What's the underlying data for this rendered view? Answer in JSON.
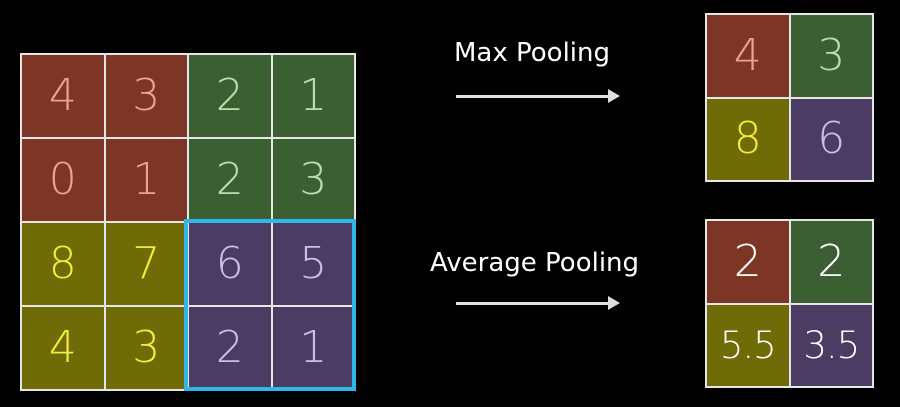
{
  "input_grid": {
    "cells": [
      [
        "4",
        "3",
        "2",
        "1"
      ],
      [
        "0",
        "1",
        "2",
        "3"
      ],
      [
        "8",
        "7",
        "6",
        "5"
      ],
      [
        "4",
        "3",
        "2",
        "1"
      ]
    ]
  },
  "operations": {
    "max_label": "Max Pooling",
    "avg_label": "Average Pooling"
  },
  "max_output": {
    "cells": [
      [
        "4",
        "3"
      ],
      [
        "8",
        "6"
      ]
    ]
  },
  "avg_output": {
    "cells": [
      [
        "2",
        "2"
      ],
      [
        "5.5",
        "3.5"
      ]
    ]
  },
  "colors": {
    "top_left_block": "#7d3526",
    "top_right_block": "#3b5f33",
    "bottom_left_block": "#6f6b06",
    "bottom_right_block": "#4a3c63",
    "highlight_border": "#2fb7e8",
    "background": "#000000"
  }
}
